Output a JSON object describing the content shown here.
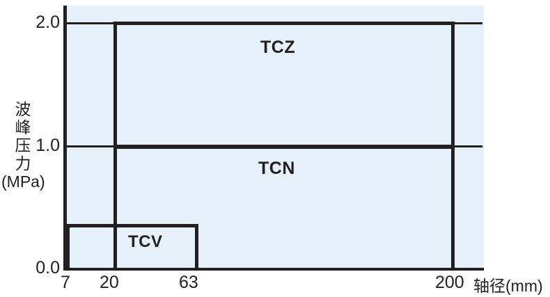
{
  "chart_data": {
    "type": "area",
    "title": "",
    "xlabel": "轴径(mm)",
    "ylabel": "波峰压力",
    "yunit": "(MPa)",
    "ylim": [
      0.0,
      2.0
    ],
    "ytick_labels": [
      "0.0",
      "1.0",
      "2.0"
    ],
    "ytick_values": [
      0.0,
      1.0,
      2.0
    ],
    "xtick_labels": [
      "7",
      "20",
      "63",
      "200"
    ],
    "xtick_values": [
      7,
      20,
      63,
      200
    ],
    "grid": false,
    "legend": "none",
    "fill_color": "#e6f2fb",
    "line_color": "#231f20",
    "regions": [
      {
        "name": "TCZ",
        "label": "TCZ",
        "x_range": [
          20,
          200
        ],
        "y_range": [
          0.93,
          2.0
        ]
      },
      {
        "name": "TCN",
        "label": "TCN",
        "x_range": [
          20,
          200
        ],
        "y_range": [
          0.0,
          0.93
        ]
      },
      {
        "name": "TCV",
        "label": "TCV",
        "x_range": [
          7,
          63
        ],
        "y_range": [
          0.0,
          0.35
        ]
      }
    ]
  },
  "axes": {
    "y": {
      "title_chars": [
        "波",
        "峰",
        "压",
        "力"
      ],
      "unit": "(MPa)",
      "ticks": [
        {
          "label": "2.0"
        },
        {
          "label": "1.0"
        },
        {
          "label": "0.0"
        }
      ]
    },
    "x": {
      "title": "轴径(mm)",
      "ticks": [
        {
          "label": "7"
        },
        {
          "label": "20"
        },
        {
          "label": "63"
        },
        {
          "label": "200"
        }
      ]
    }
  },
  "regions": {
    "tcz": {
      "label": "TCZ"
    },
    "tcn": {
      "label": "TCN"
    },
    "tcv": {
      "label": "TCV"
    }
  }
}
